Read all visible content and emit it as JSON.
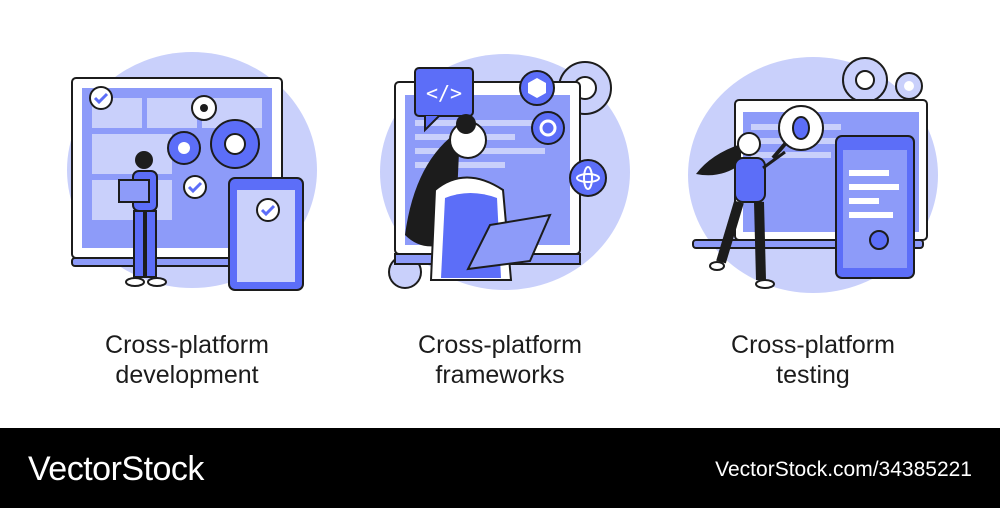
{
  "panels": [
    {
      "line1": "Cross-platform",
      "line2": "development"
    },
    {
      "line1": "Cross-platform",
      "line2": "frameworks"
    },
    {
      "line1": "Cross-platform",
      "line2": "testing"
    }
  ],
  "footer": {
    "brand": "VectorStock",
    "id_text": "VectorStock.com/34385221"
  },
  "colors": {
    "accent": "#5c6ef8",
    "light": "#c9d0fb",
    "ink": "#1c1c1c",
    "footer_bg": "#000000"
  },
  "icons": {
    "panel1": [
      "gear-icon",
      "check-icon",
      "laptop-icon",
      "phone-icon",
      "person-figure"
    ],
    "panel2": [
      "code-icon",
      "gear-icon",
      "hexagon-icon",
      "ring-icon",
      "atom-icon",
      "tablet-icon",
      "person-figure"
    ],
    "panel3": [
      "gear-icon",
      "bug-icon",
      "magnifier-icon",
      "phone-icon",
      "person-figure"
    ]
  }
}
